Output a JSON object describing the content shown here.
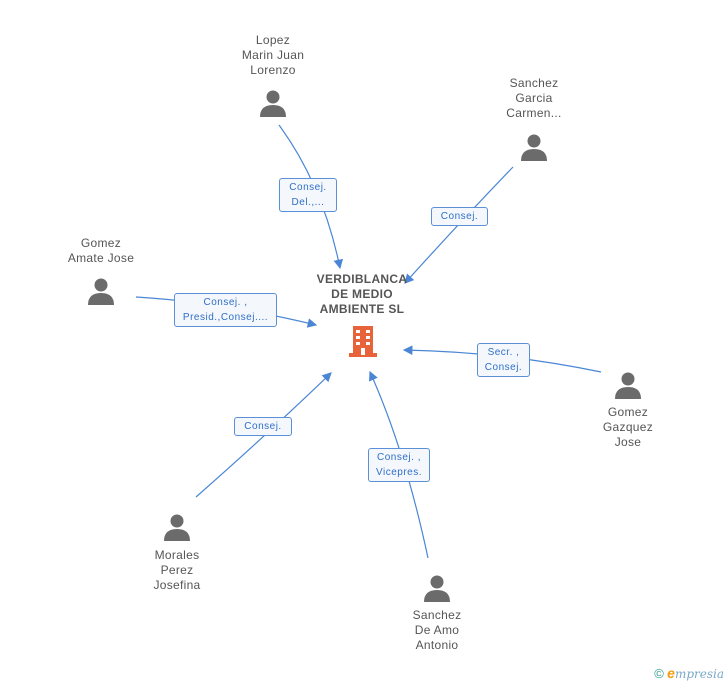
{
  "company": {
    "name_lines": [
      "VERDIBLANCA",
      "DE MEDIO",
      "AMBIENTE SL"
    ],
    "icon": "building-icon",
    "color": "#e8633a"
  },
  "people": [
    {
      "id": "lopez",
      "name_lines": [
        "Lopez",
        "Marin Juan",
        "Lorenzo"
      ],
      "role_lines": [
        "Consej.",
        "Del.,..."
      ]
    },
    {
      "id": "sanchez-garcia",
      "name_lines": [
        "Sanchez",
        "Garcia",
        "Carmen..."
      ],
      "role_lines": [
        "Consej."
      ]
    },
    {
      "id": "gomez-amate",
      "name_lines": [
        "Gomez",
        "Amate Jose"
      ],
      "role_lines": [
        "Consej. ,",
        "Presid.,Consej...."
      ]
    },
    {
      "id": "gomez-gazquez",
      "name_lines": [
        "Gomez",
        "Gazquez",
        "Jose"
      ],
      "role_lines": [
        "Secr. ,",
        "Consej."
      ]
    },
    {
      "id": "morales",
      "name_lines": [
        "Morales",
        "Perez",
        "Josefina"
      ],
      "role_lines": [
        "Consej."
      ]
    },
    {
      "id": "sanchez-de-amo",
      "name_lines": [
        "Sanchez",
        "De Amo",
        "Antonio"
      ],
      "role_lines": [
        "Consej. ,",
        "Vicepres."
      ]
    }
  ],
  "icons": {
    "person": "person-icon",
    "arrow": "arrow-icon"
  },
  "colors": {
    "edge": "#4a86d4",
    "person": "#6b6b6b",
    "role_text": "#2f6fc8"
  },
  "footer": {
    "copyright": "©",
    "brand_initial": "e",
    "brand_rest": "mpresia"
  }
}
